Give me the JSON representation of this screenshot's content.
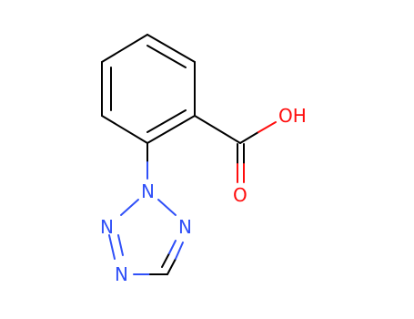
{
  "molecule": {
    "atoms": {
      "oh": {
        "label": "OH",
        "color": "#ff0d0d"
      },
      "carbonyl_o": {
        "label": "O",
        "color": "#ff0d0d"
      },
      "n2": {
        "label": "N",
        "color": "#3050f8"
      },
      "n3": {
        "label": "N",
        "color": "#3050f8"
      },
      "n4": {
        "label": "N",
        "color": "#3050f8"
      },
      "n1": {
        "label": "N",
        "color": "#3050f8"
      }
    },
    "bond_color": "#000000"
  }
}
